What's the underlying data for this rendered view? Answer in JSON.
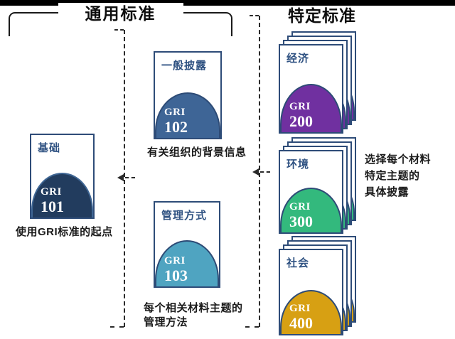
{
  "sections": {
    "universal": {
      "title": "通用标准"
    },
    "topic": {
      "title": "特定标准",
      "note": "选择每个材料\n特定主题的\n具体披露"
    }
  },
  "cards": {
    "gri101": {
      "tab": "基础",
      "org": "GRI",
      "number": "101",
      "dome_color": "#223c5e",
      "caption": "使用GRI标准的起点"
    },
    "gri102": {
      "tab": "一般披露",
      "org": "GRI",
      "number": "102",
      "dome_color": "#3e6596",
      "caption": "有关组织的背景信息"
    },
    "gri103": {
      "tab": "管理方式",
      "org": "GRI",
      "number": "103",
      "dome_color": "#4fa4c1",
      "caption": "每个相关材料主题的\n管理方法"
    },
    "gri200": {
      "tab": "经济",
      "org": "GRI",
      "number": "200",
      "dome_color": "#7030a0"
    },
    "gri300": {
      "tab": "环境",
      "org": "GRI",
      "number": "300",
      "dome_color": "#33b97d"
    },
    "gri400": {
      "tab": "社会",
      "org": "GRI",
      "number": "400",
      "dome_color": "#d7a013"
    }
  },
  "colors": {
    "card-border": "#2e4c78",
    "dome-border": "#2d4b76",
    "dome-border-101": "#3f6694",
    "label-text": "#2f5282",
    "text": "#1b1b1b",
    "line": "#2a2a2a",
    "top-bar": "#000000"
  }
}
